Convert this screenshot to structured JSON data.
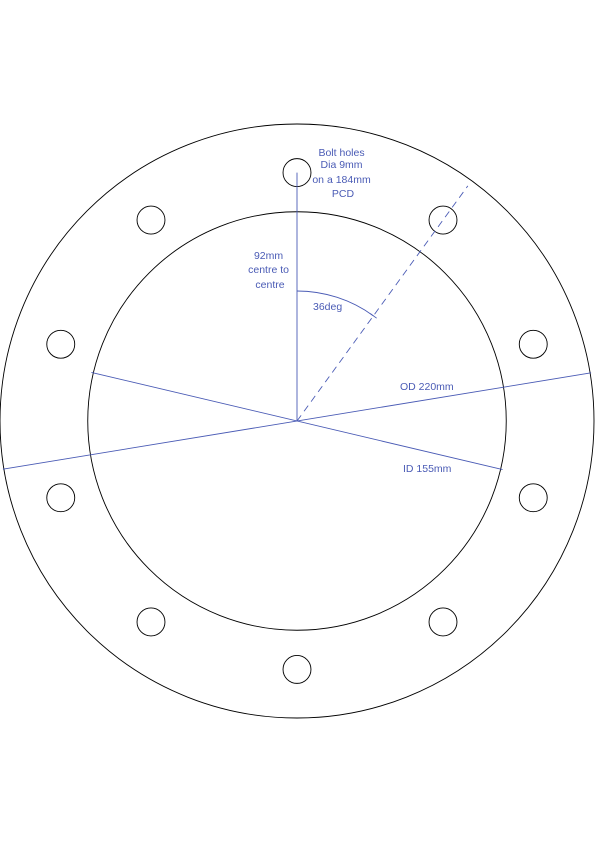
{
  "flange": {
    "outer_diameter_mm": 220,
    "inner_diameter_mm": 155,
    "pitch_circle_diameter_mm": 184,
    "bolt_hole_diameter_mm": 9,
    "bolt_hole_count": 10,
    "bolt_angular_spacing_deg": 36
  },
  "annotations": {
    "bolt_holes": [
      "Bolt holes",
      "Dia 9mm",
      "on a 184mm",
      "PCD"
    ],
    "radius": [
      "92mm",
      "centre to",
      "centre"
    ],
    "angle": "36deg",
    "outer_diameter": "OD 220mm",
    "inner_diameter": "ID 155mm"
  },
  "colors": {
    "outline": "#000000",
    "dimension": "#4a5bb5",
    "background": "#ffffff"
  }
}
